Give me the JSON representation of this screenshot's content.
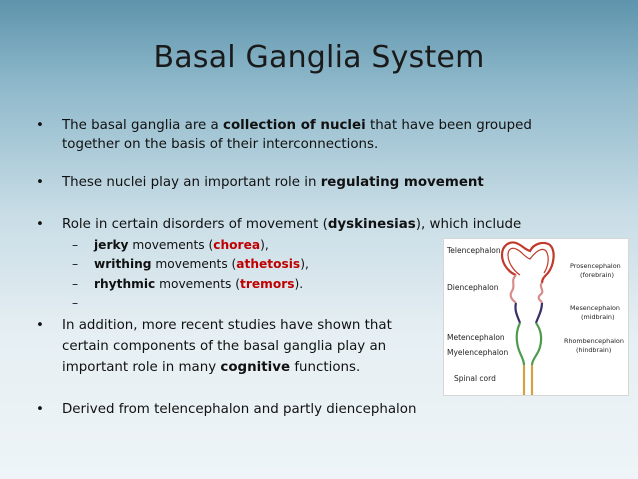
{
  "slide": {
    "title": "Basal Ganglia System"
  },
  "bullets": [
    {
      "line1_a": "The basal ganglia are a ",
      "line1_b": "collection of nuclei",
      "line1_c": " that have been grouped",
      "line2": "together on the basis of their interconnections."
    },
    {
      "a": "These nuclei play an important role in ",
      "b": "regulating movement"
    },
    {
      "a": "Role in certain disorders of movement (",
      "b": "dyskinesias",
      "c": "), which include"
    },
    {
      "line1": "In addition, more recent studies have shown that",
      "line2": "certain components of the basal ganglia play an",
      "line3_a": "important role in many ",
      "line3_b": "cognitive",
      "line3_c": " functions."
    },
    {
      "a": "Derived from telencephalon and partly diencephalon"
    }
  ],
  "sub_bullets": [
    {
      "bold": "jerky",
      "mid": " movements (",
      "red": "chorea",
      "end": "),"
    },
    {
      "bold": "writhing",
      "mid": " movements (",
      "red": "athetosis",
      "end": "),"
    },
    {
      "bold": "rhythmic",
      "mid": " movements (",
      "red": "tremors",
      "end": ")."
    },
    {
      "bold": "",
      "mid": "",
      "red": "",
      "end": ""
    }
  ],
  "symbols": {
    "bullet": "•",
    "dash": "–"
  },
  "figure": {
    "left_labels": {
      "telencephalon": "Telencephalon",
      "diencephalon": "Diencephalon",
      "metencephalon": "Metencephalon",
      "myelencephalon": "Myelencephalon",
      "spinal_cord": "Spinal cord"
    },
    "right_labels": {
      "prosencephalon": "Prosencephalon",
      "forebrain": "(forebrain)",
      "mesencephalon": "Mesencephalon",
      "midbrain": "(midbrain)",
      "rhombencephalon": "Rhombencephalon",
      "hindbrain": "(hindbrain)"
    },
    "colors": {
      "telencephalon": "#c0392b",
      "diencephalon": "#d98c8c",
      "mesencephalon": "#3b2f6b",
      "rhombencephalon": "#4e9a4e",
      "spinal_cord": "#d4a04a"
    }
  }
}
